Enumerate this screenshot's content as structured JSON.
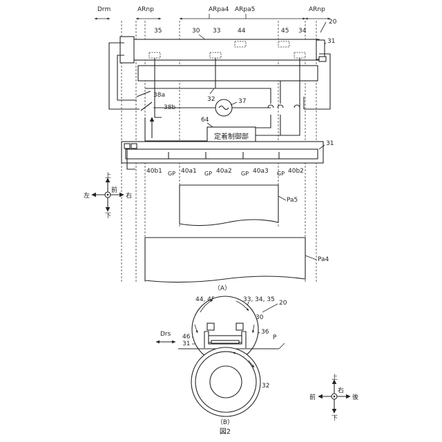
{
  "top_labels": {
    "drm": "Drm",
    "arnp_left": "ARnp",
    "arpa4": "ARpa4",
    "arpa5": "ARpa5",
    "arnp_right": "ARnp"
  },
  "refs": {
    "r20_top": "20",
    "r30_top": "30",
    "r31_a": "31",
    "r31_b": "31",
    "r32_top": "32",
    "r33_top": "33",
    "r34_top": "34",
    "r35_top": "35",
    "r37": "37",
    "r38a": "38a",
    "r38b": "38b",
    "r44_top": "44",
    "r45_top": "45",
    "r64": "64",
    "pa4": "Pa4",
    "pa5": "Pa5"
  },
  "controller_label": "定着制御部",
  "heaters": {
    "h40b1": "40b1",
    "h40a1": "40a1",
    "h40a2": "40a2",
    "h40a3": "40a3",
    "h40b2": "40b2",
    "gp1": "GP",
    "gp2": "GP",
    "gp3": "GP",
    "gp4": "GP"
  },
  "compass_a": {
    "up": "上",
    "down": "下",
    "left": "左",
    "right": "右",
    "front": "前"
  },
  "compass_b": {
    "up": "上",
    "down": "下",
    "front": "前",
    "back": "後",
    "right": "右"
  },
  "captions": {
    "a": "（A）",
    "b": "（B）",
    "figure": "図2"
  },
  "section_b": {
    "r20": "20",
    "r30": "30",
    "r31": "31",
    "r32": "32",
    "r36": "36",
    "r46": "46",
    "p": "P",
    "drs": "Drs",
    "sensors_left": "44, 45",
    "sensors_right": "33, 34, 35"
  }
}
